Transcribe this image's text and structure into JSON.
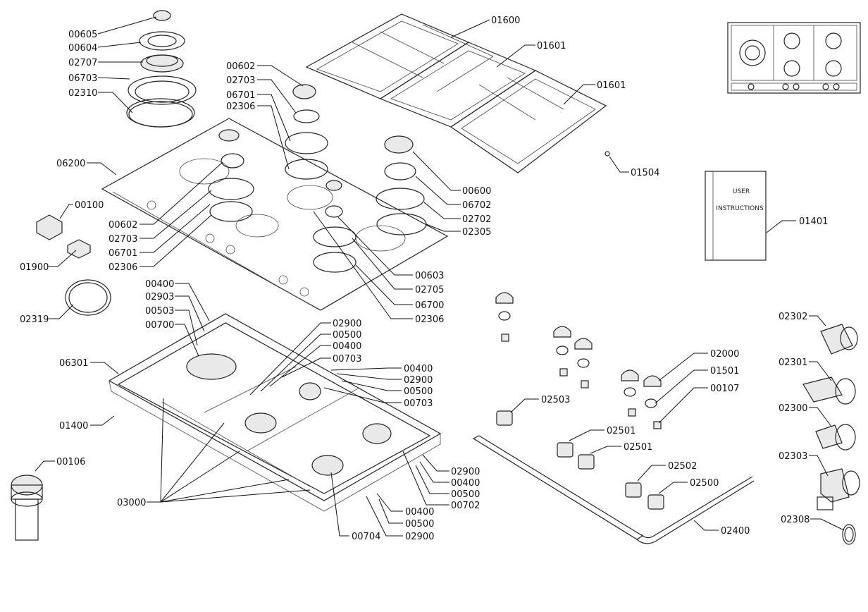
{
  "labels": {
    "l00605": "00605",
    "l00604": "00604",
    "l02707": "02707",
    "l06703": "06703",
    "l02310": "02310",
    "l00602a": "00602",
    "l02703a": "02703",
    "l06701a": "06701",
    "l02306a": "02306",
    "l01600": "01600",
    "l01601a": "01601",
    "l01601b": "01601",
    "l01504": "01504",
    "l06200": "06200",
    "l00100": "00100",
    "l01900": "01900",
    "l00602b": "00602",
    "l02703b": "02703",
    "l06701b": "06701",
    "l02306b": "02306",
    "l00600": "00600",
    "l06702": "06702",
    "l02702": "02702",
    "l02305": "02305",
    "l00603": "00603",
    "l02705": "02705",
    "l06700": "06700",
    "l02306c": "02306",
    "l02319": "02319",
    "l01401": "01401",
    "l00400a": "00400",
    "l02903": "02903",
    "l00503": "00503",
    "l00700": "00700",
    "l06301": "06301",
    "l01400": "01400",
    "l00106": "00106",
    "l03000": "03000",
    "l02900a": "02900",
    "l00500a": "00500",
    "l00400b": "00400",
    "l00703a": "00703",
    "l00400c": "00400",
    "l02900b": "02900",
    "l00500b": "00500",
    "l00703b": "00703",
    "l02900c": "02900",
    "l00400d": "00400",
    "l00500c": "00500",
    "l00702": "00702",
    "l00400e": "00400",
    "l00500d": "00500",
    "l02900d": "02900",
    "l00704": "00704",
    "l02000": "02000",
    "l01501": "01501",
    "l00107": "00107",
    "l02503": "02503",
    "l02501a": "02501",
    "l02501b": "02501",
    "l02502": "02502",
    "l02500": "02500",
    "l02400": "02400",
    "l02302": "02302",
    "l02301": "02301",
    "l02300": "02300",
    "l02303": "02303",
    "l02308": "02308"
  },
  "manual": {
    "line1": "USER",
    "line2": "INSTRUCTIONS"
  }
}
